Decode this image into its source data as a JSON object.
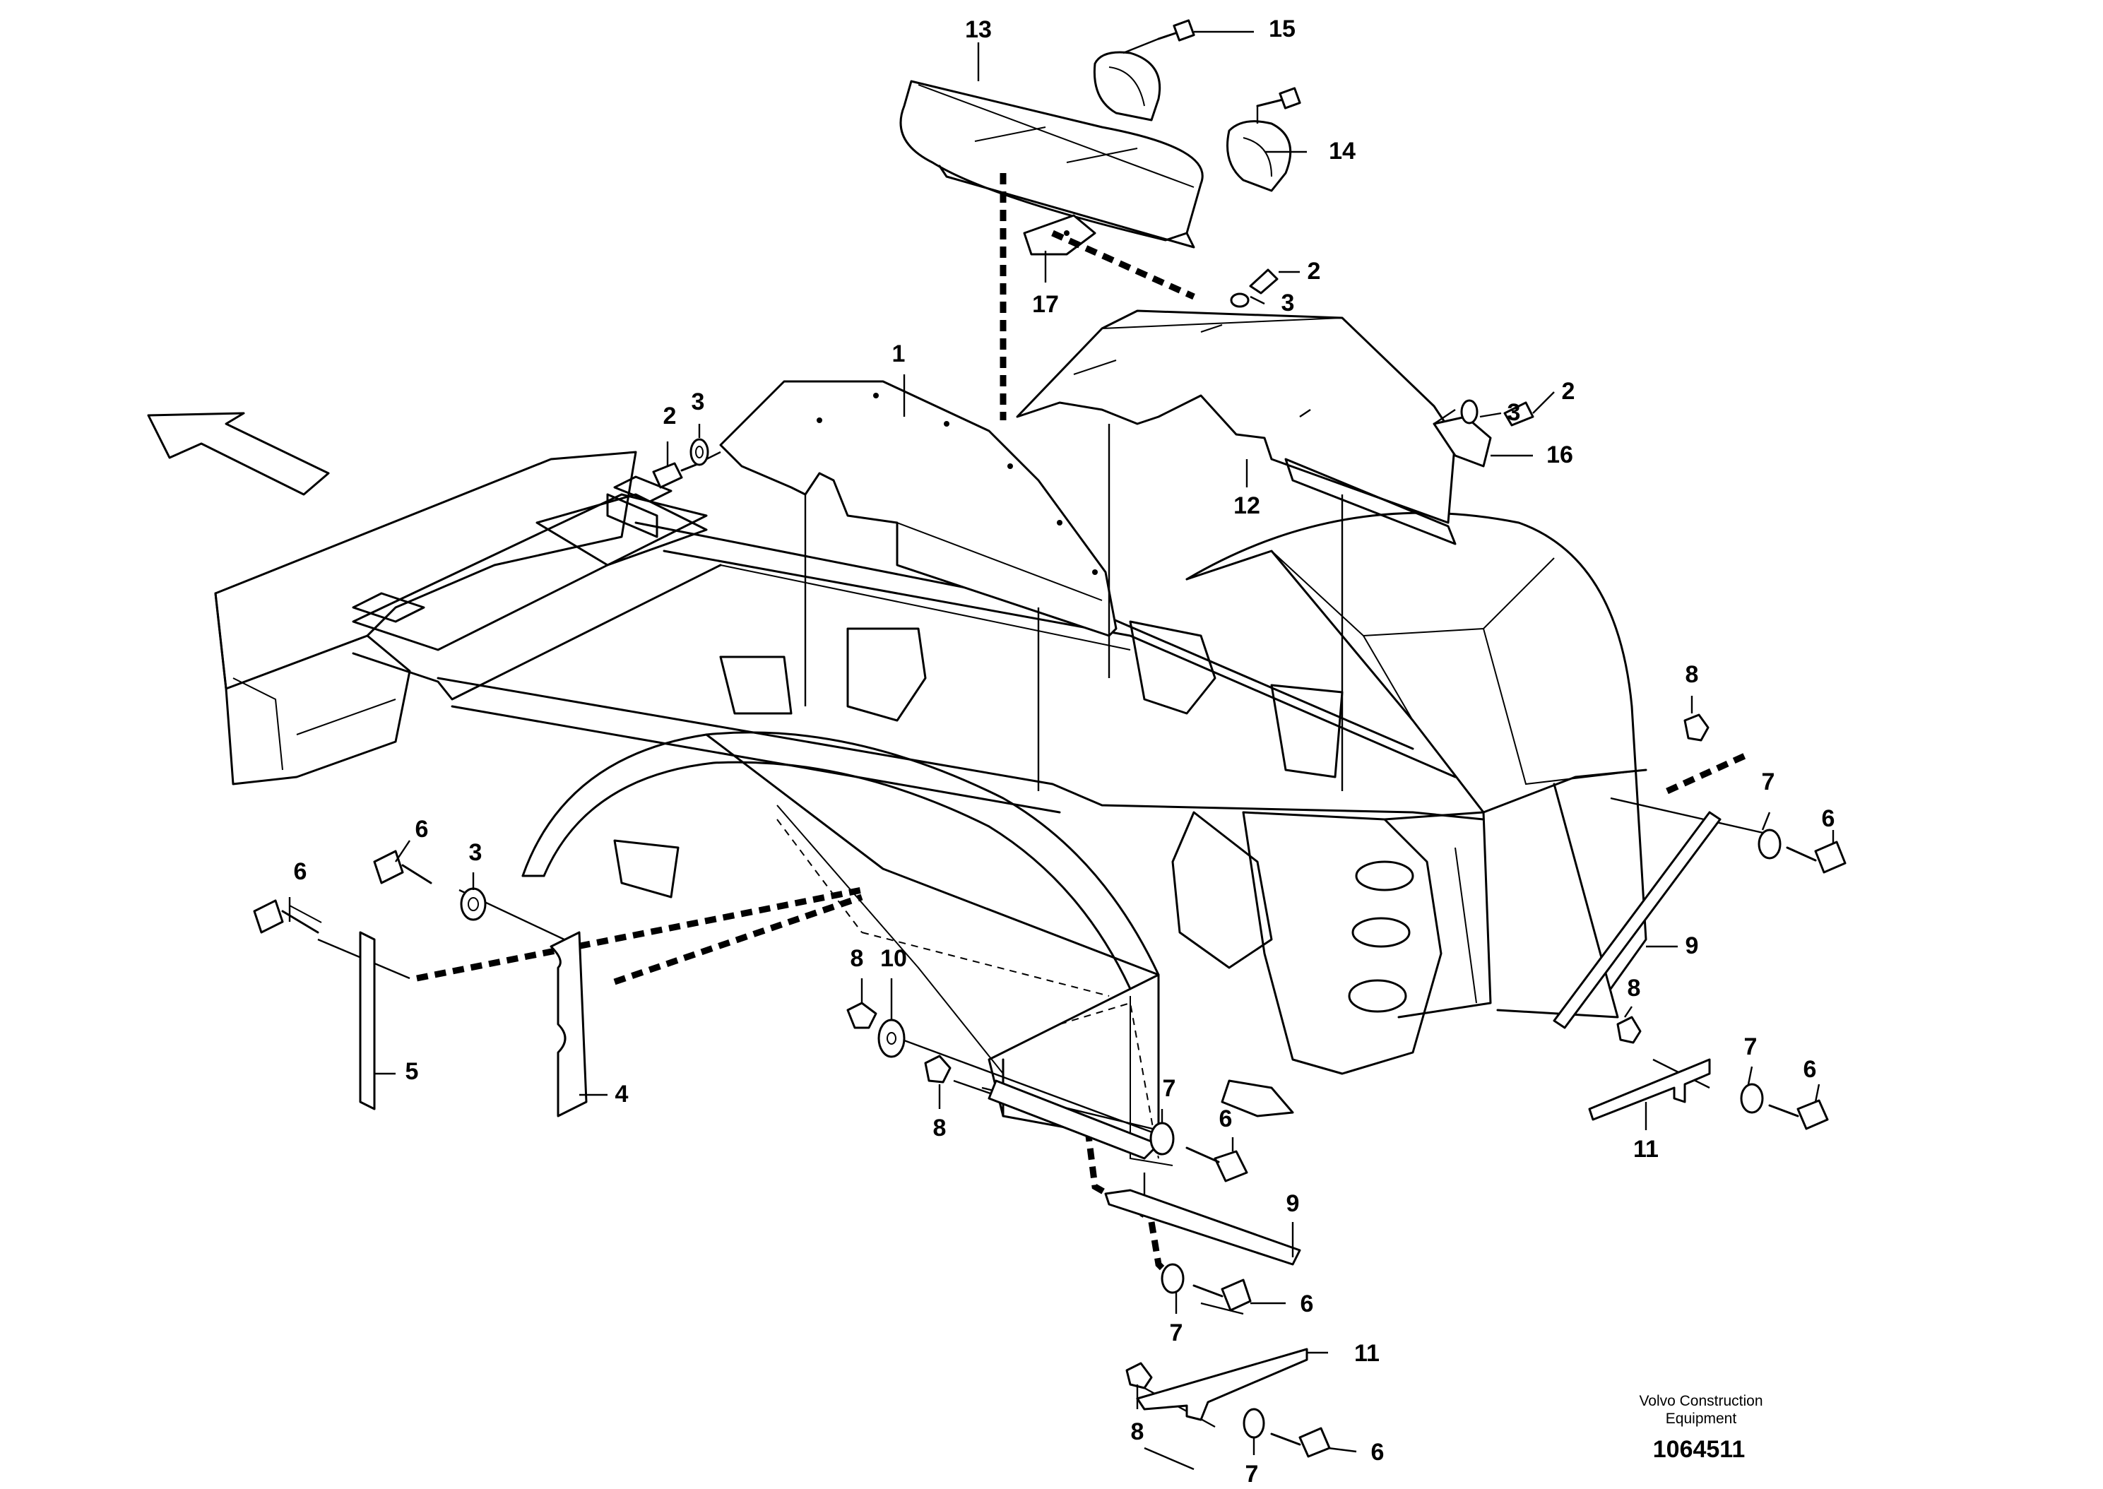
{
  "callouts": [
    {
      "id": "c1",
      "label": "1"
    },
    {
      "id": "c2a",
      "label": "2"
    },
    {
      "id": "c2b",
      "label": "2"
    },
    {
      "id": "c2c",
      "label": "2"
    },
    {
      "id": "c3a",
      "label": "3"
    },
    {
      "id": "c3b",
      "label": "3"
    },
    {
      "id": "c3c",
      "label": "3"
    },
    {
      "id": "c3d",
      "label": "3"
    },
    {
      "id": "c4",
      "label": "4"
    },
    {
      "id": "c5",
      "label": "5"
    },
    {
      "id": "c6a",
      "label": "6"
    },
    {
      "id": "c6b",
      "label": "6"
    },
    {
      "id": "c6c",
      "label": "6"
    },
    {
      "id": "c6d",
      "label": "6"
    },
    {
      "id": "c6e",
      "label": "6"
    },
    {
      "id": "c6f",
      "label": "6"
    },
    {
      "id": "c6g",
      "label": "6"
    },
    {
      "id": "c7a",
      "label": "7"
    },
    {
      "id": "c7b",
      "label": "7"
    },
    {
      "id": "c7c",
      "label": "7"
    },
    {
      "id": "c7d",
      "label": "7"
    },
    {
      "id": "c7e",
      "label": "7"
    },
    {
      "id": "c8a",
      "label": "8"
    },
    {
      "id": "c8b",
      "label": "8"
    },
    {
      "id": "c8c",
      "label": "8"
    },
    {
      "id": "c8d",
      "label": "8"
    },
    {
      "id": "c8e",
      "label": "8"
    },
    {
      "id": "c9a",
      "label": "9"
    },
    {
      "id": "c9b",
      "label": "9"
    },
    {
      "id": "c10",
      "label": "10"
    },
    {
      "id": "c11a",
      "label": "11"
    },
    {
      "id": "c11b",
      "label": "11"
    },
    {
      "id": "c12",
      "label": "12"
    },
    {
      "id": "c13",
      "label": "13"
    },
    {
      "id": "c14",
      "label": "14"
    },
    {
      "id": "c15",
      "label": "15"
    },
    {
      "id": "c16",
      "label": "16"
    },
    {
      "id": "c17",
      "label": "17"
    }
  ],
  "footer": {
    "company_line1": "Volvo Construction",
    "company_line2": "Equipment",
    "drawing_number": "1064511"
  },
  "icons": {
    "direction_arrow": "forward-direction-arrow-icon"
  }
}
